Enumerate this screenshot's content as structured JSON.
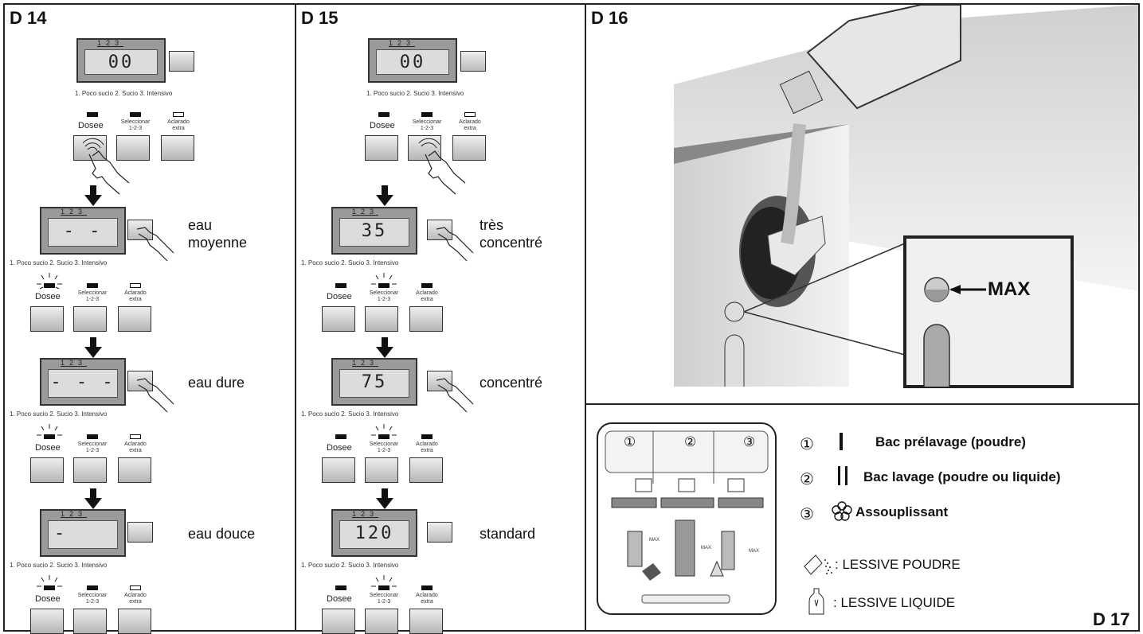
{
  "panels": {
    "d14": "D 14",
    "d15": "D 15",
    "d16": "D 16",
    "d17": "D 17"
  },
  "lcd_marks": "123",
  "lcd_caption": "1. Poco sucio  2. Sucio  3. Intensivo",
  "buttons": {
    "dose": "Dosee",
    "select": "Seleccionar\n1-2-3",
    "rinse": "Aclarado\nextra"
  },
  "d14": {
    "initial": "00",
    "steps": [
      {
        "display": "- -",
        "label": "eau moyenne"
      },
      {
        "display": "- - -",
        "label": "eau dure"
      },
      {
        "display": "-",
        "label": "eau douce"
      }
    ]
  },
  "d15": {
    "initial": "00",
    "steps": [
      {
        "display": "35",
        "label": "très concentré"
      },
      {
        "display": "75",
        "label": "concentré"
      },
      {
        "display": "120",
        "label": "standard"
      }
    ]
  },
  "d16": {
    "max_label": "MAX"
  },
  "d17": {
    "compartments": [
      "①",
      "②",
      "③"
    ],
    "max_small": "MAX",
    "legend": [
      {
        "num": "①",
        "symbol": "|",
        "text": "Bac prélavage (poudre)"
      },
      {
        "num": "②",
        "symbol": "||",
        "text": "Bac lavage (poudre ou liquide)"
      },
      {
        "num": "③",
        "symbol": "flower",
        "text": "Assouplissant"
      }
    ],
    "powder": ": LESSIVE POUDRE",
    "liquid": ": LESSIVE LIQUIDE"
  },
  "colors": {
    "accent": "#111111",
    "panel_gray": "#9a9a9a"
  }
}
